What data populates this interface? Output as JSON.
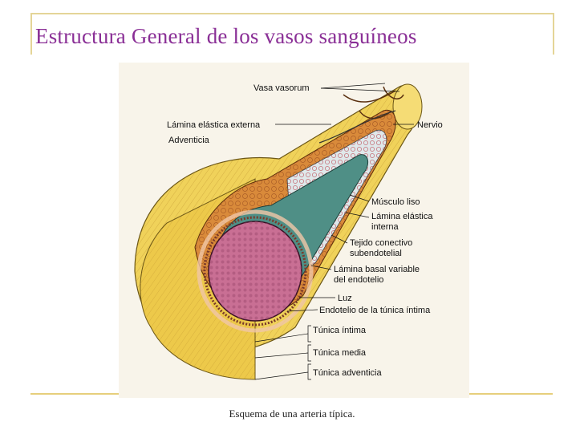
{
  "slide": {
    "title": "Estructura General de los vasos sanguíneos",
    "caption": "Esquema de una arteria típica."
  },
  "labels": {
    "vasa_vasorum": "Vasa vasorum",
    "lamina_elastica_externa": "Lámina elástica externa",
    "adventicia": "Adventicia",
    "nervio": "Nervio",
    "musculo_liso": "Músculo liso",
    "lamina_elastica_interna_1": "Lámina elástica",
    "lamina_elastica_interna_2": "interna",
    "tejido_conectivo_1": "Tejido conectivo",
    "tejido_conectivo_2": "subendotelial",
    "lamina_basal_1": "Lámina basal variable",
    "lamina_basal_2": "del endotelio",
    "luz": "Luz",
    "endotelio": "Endotelio de la túnica íntima",
    "tunica_intima": "Túnica íntima",
    "tunica_media": "Túnica media",
    "tunica_adventicia": "Túnica adventicia"
  },
  "colors": {
    "title": "#8a2f96",
    "frame": "#e4d597",
    "adventitia": "#f0d25a",
    "media": "#d98a3a",
    "intima": "#4f8f86",
    "lumen": "#c96f94"
  }
}
